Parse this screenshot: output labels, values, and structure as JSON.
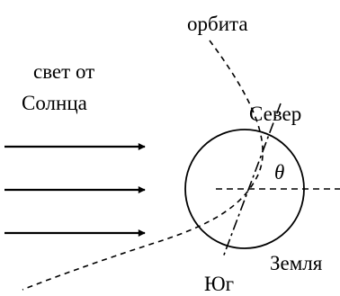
{
  "labels": {
    "orbit": "орбита",
    "sunlight_line1": "свет от",
    "sunlight_line2": "Солнца",
    "north": "Север",
    "south": "Юг",
    "earth": "Земля",
    "angle": "θ"
  },
  "colors": {
    "stroke": "#000000",
    "background": "#ffffff"
  }
}
